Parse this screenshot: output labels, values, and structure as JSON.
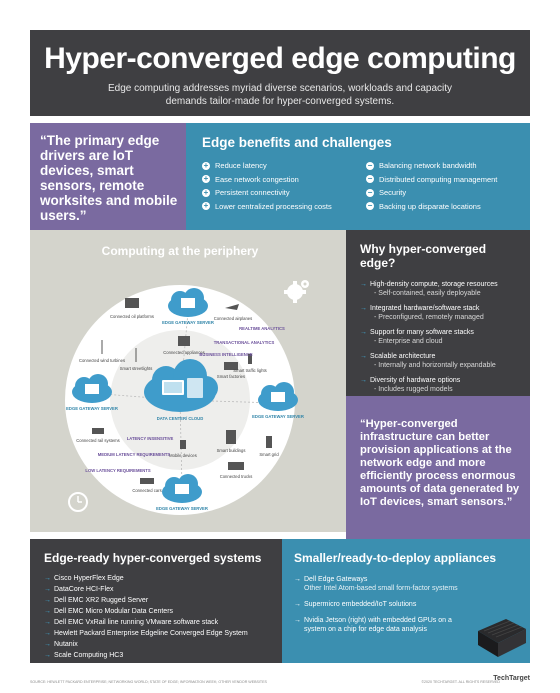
{
  "header": {
    "title": "Hyper-converged edge computing",
    "subtitle": "Edge computing addresses myriad diverse scenarios, workloads and capacity demands tailor-made for hyper-converged systems."
  },
  "quote1": "“The primary edge drivers are IoT devices, smart sensors, remote worksites and mobile users.”",
  "benefits": {
    "title": "Edge benefits and challenges",
    "benefits": [
      "Reduce latency",
      "Ease network congestion",
      "Persistent connectivity",
      "Lower centralized processing costs"
    ],
    "challenges": [
      "Balancing network bandwidth",
      "Distributed computing management",
      "Security",
      "Backing up disparate locations"
    ]
  },
  "periphery": {
    "title": "Computing at the periphery",
    "center": "DATA CENTER/ CLOUD",
    "gateways": [
      "EDGE GATEWAY SERVER",
      "EDGE GATEWAY SERVER",
      "EDGE GATEWAY SERVER",
      "EDGE GATEWAY SERVER"
    ],
    "devices": [
      "Connected oil platforms",
      "Connected airplanes",
      "Connected appliances",
      "Smart factories",
      "Connected wind turbines",
      "Smart streetlights",
      "Smart traffic lights",
      "Connected rail systems",
      "Mobile devices",
      "Smart buildings",
      "Smart grid",
      "Connected trucks",
      "Connected cars"
    ],
    "annotations": [
      "REALTIME ANALYTICS",
      "TRANSACTIONAL ANALYTICS",
      "BUSINESS INTELLIGENCE",
      "LATENCY INSENSITIVE",
      "MEDIUM LATENCY REQUIREMENTS",
      "LOW LATENCY REQUIREMENTS"
    ]
  },
  "why": {
    "title": "Why hyper-converged edge?",
    "items": [
      {
        "main": "High-density compute, storage resources",
        "sub": "- Self-contained, easily deployable"
      },
      {
        "main": "Integrated hardware/software stack",
        "sub": "- Preconfigured, remotely managed"
      },
      {
        "main": "Support for many software stacks",
        "sub": "- Enterprise and cloud"
      },
      {
        "main": "Scalable architecture",
        "sub": "- Internally and horizontally expandable"
      },
      {
        "main": "Diversity of hardware options",
        "sub": "- Includes rugged models"
      }
    ]
  },
  "quote2": "“Hyper-converged infrastructure can better provision applications at the network edge and more efficiently process enormous amounts of data generated by IoT devices, smart sensors.”",
  "ready": {
    "title": "Edge-ready hyper-converged systems",
    "items": [
      "Cisco HyperFlex Edge",
      "DataCore HCI-Flex",
      "Dell EMC XR2 Rugged Server",
      "Dell EMC Micro Modular Data Centers",
      "Dell EMC VxRail line running VMware software stack",
      "Hewlett Packard Enterprise Edgeline Converged Edge System",
      "Nutanix",
      "Scale Computing HC3"
    ]
  },
  "appliances": {
    "title": "Smaller/ready-to-deploy appliances",
    "items": [
      {
        "main": "Dell Edge Gateways",
        "sub": "Other Intel Atom-based small form-factor systems"
      },
      {
        "main": "Supermicro embedded/IoT solutions",
        "sub": ""
      },
      {
        "main": "Nvidia Jetson (right) with embedded GPUs on a system on a chip for edge data analysis",
        "sub": ""
      }
    ]
  },
  "footer": {
    "left": "SOURCE: HEWLETT PACKARD ENTERPRISE; NETWORKING WORLD; STATE OF EDGE; INFORMATION WEEK; OTHER VENDOR WEBSITES",
    "right": "©2020 TECHTARGET. ALL RIGHTS RESERVED",
    "logo": "TechTarget"
  },
  "colors": {
    "dark": "#3f3f42",
    "purple": "#7a6aa0",
    "blue": "#3b8fb0",
    "panel": "#d4d4cc"
  }
}
